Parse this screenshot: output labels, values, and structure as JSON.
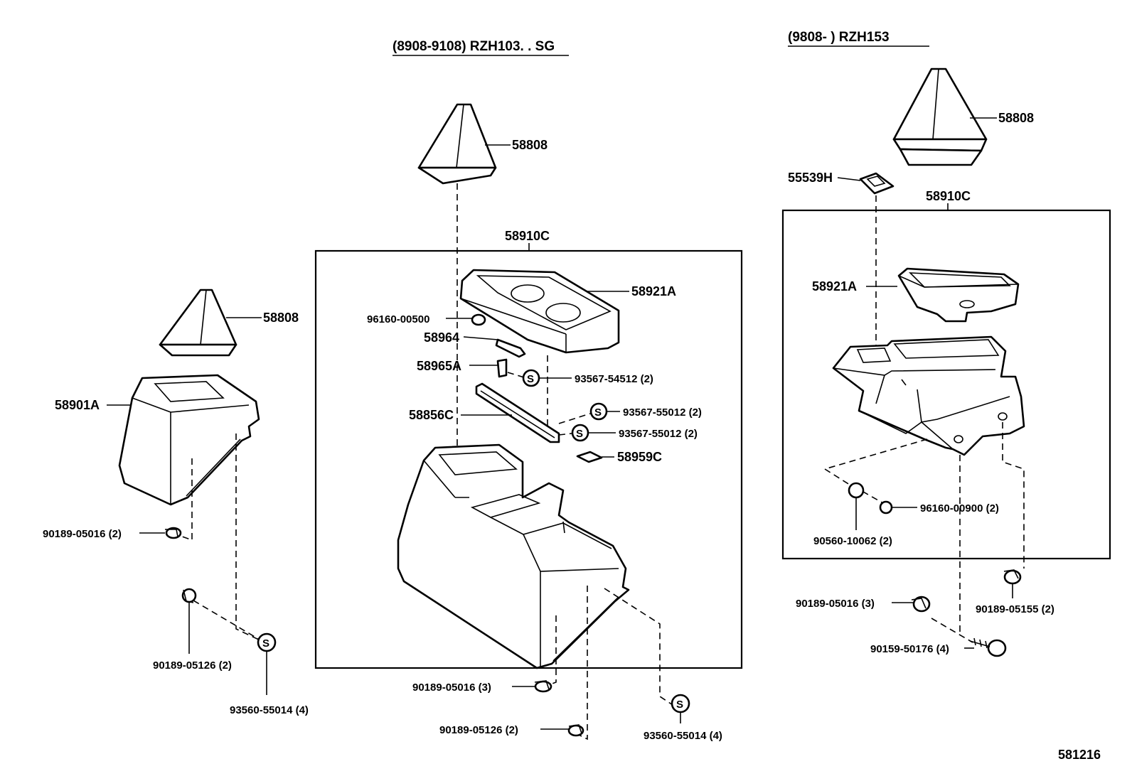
{
  "headers": {
    "center": "(8908-9108) RZH103. . SG",
    "right": "(9808-        ) RZH153"
  },
  "figure_code": "581216",
  "symbol_s": "S",
  "labels": {
    "left_58808": "58808",
    "left_58901A": "58901A",
    "left_90189_05016": "90189-05016 (2)",
    "left_90189_05126": "90189-05126 (2)",
    "left_93560_55014": "93560-55014 (4)",
    "center_58808": "58808",
    "center_58910C": "58910C",
    "center_58921A": "58921A",
    "center_96160_00500": "96160-00500",
    "center_58964": "58964",
    "center_58965A": "58965A",
    "center_93567_54512": "93567-54512 (2)",
    "center_58856C": "58856C",
    "center_93567_55012_a": "93567-55012 (2)",
    "center_93567_55012_b": "93567-55012 (2)",
    "center_58959C": "58959C",
    "center_90189_05016": "90189-05016 (3)",
    "center_90189_05126": "90189-05126 (2)",
    "center_93560_55014": "93560-55014 (4)",
    "right_58808": "58808",
    "right_55539H": "55539H",
    "right_58910C": "58910C",
    "right_58921A": "58921A",
    "right_96160_00900": "96160-00900 (2)",
    "right_90560_10062": "90560-10062 (2)",
    "right_90189_05016": "90189-05016 (3)",
    "right_90189_05155": "90189-05155 (2)",
    "right_90159_50176": "90159-50176 (4)"
  }
}
